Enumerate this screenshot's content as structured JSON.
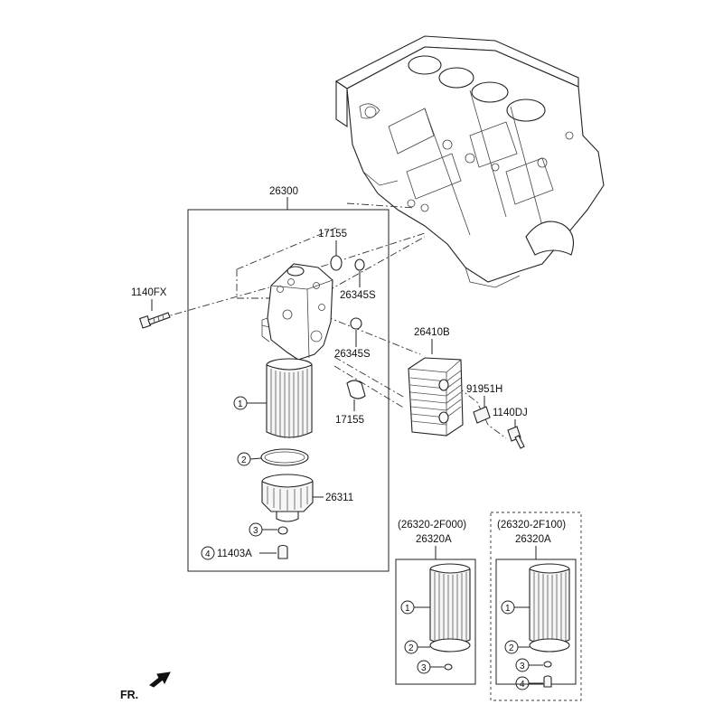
{
  "labels": {
    "filter_assembly": "26300",
    "gasket_top": "17155",
    "oring_top": "26345S",
    "bolt_left": "1140FX",
    "oring_mid": "26345S",
    "gasket_bottom": "17155",
    "oil_cooler": "26410B",
    "bracket": "91951H",
    "bolt_right": "1140DJ",
    "filter_cap": "26311",
    "drain_plug": "11403A",
    "kit1_code": "(26320-2F000)",
    "kit1_part": "26320A",
    "kit2_code": "(26320-2F100)",
    "kit2_part": "26320A",
    "front_marker": "FR."
  },
  "callouts": {
    "c1": "1",
    "c2": "2",
    "c3": "3",
    "c4": "4",
    "k1_1": "1",
    "k1_2": "2",
    "k1_3": "3",
    "k2_1": "1",
    "k2_2": "2",
    "k2_3": "3",
    "k2_4": "4"
  }
}
